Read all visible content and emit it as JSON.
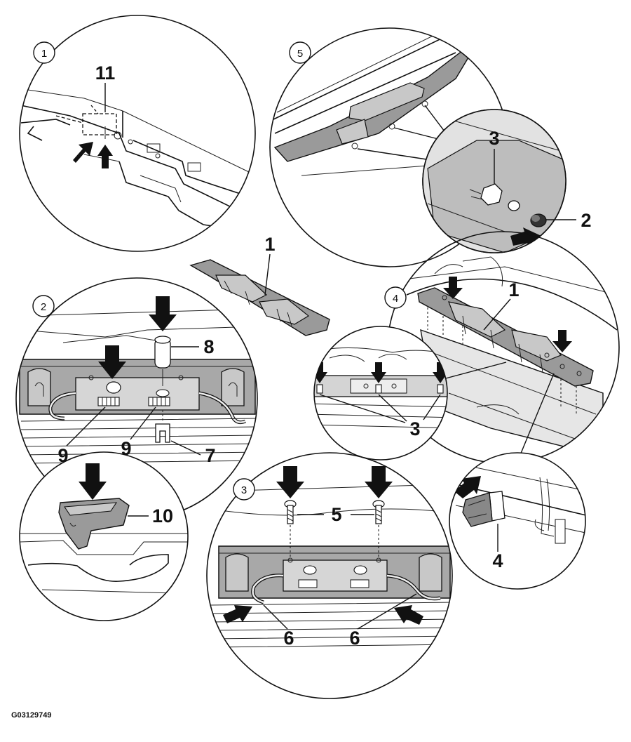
{
  "figure_id": "G03129749",
  "callouts": {
    "c1": "1",
    "c2": "2",
    "c3": "3",
    "c4": "4",
    "c5": "5",
    "c6": "6",
    "c7": "7",
    "c8": "8",
    "c9": "9",
    "c10": "10",
    "c11": "11"
  },
  "steps": {
    "s1": "1",
    "s2": "2",
    "s3": "3",
    "s4": "4",
    "s5": "5"
  }
}
